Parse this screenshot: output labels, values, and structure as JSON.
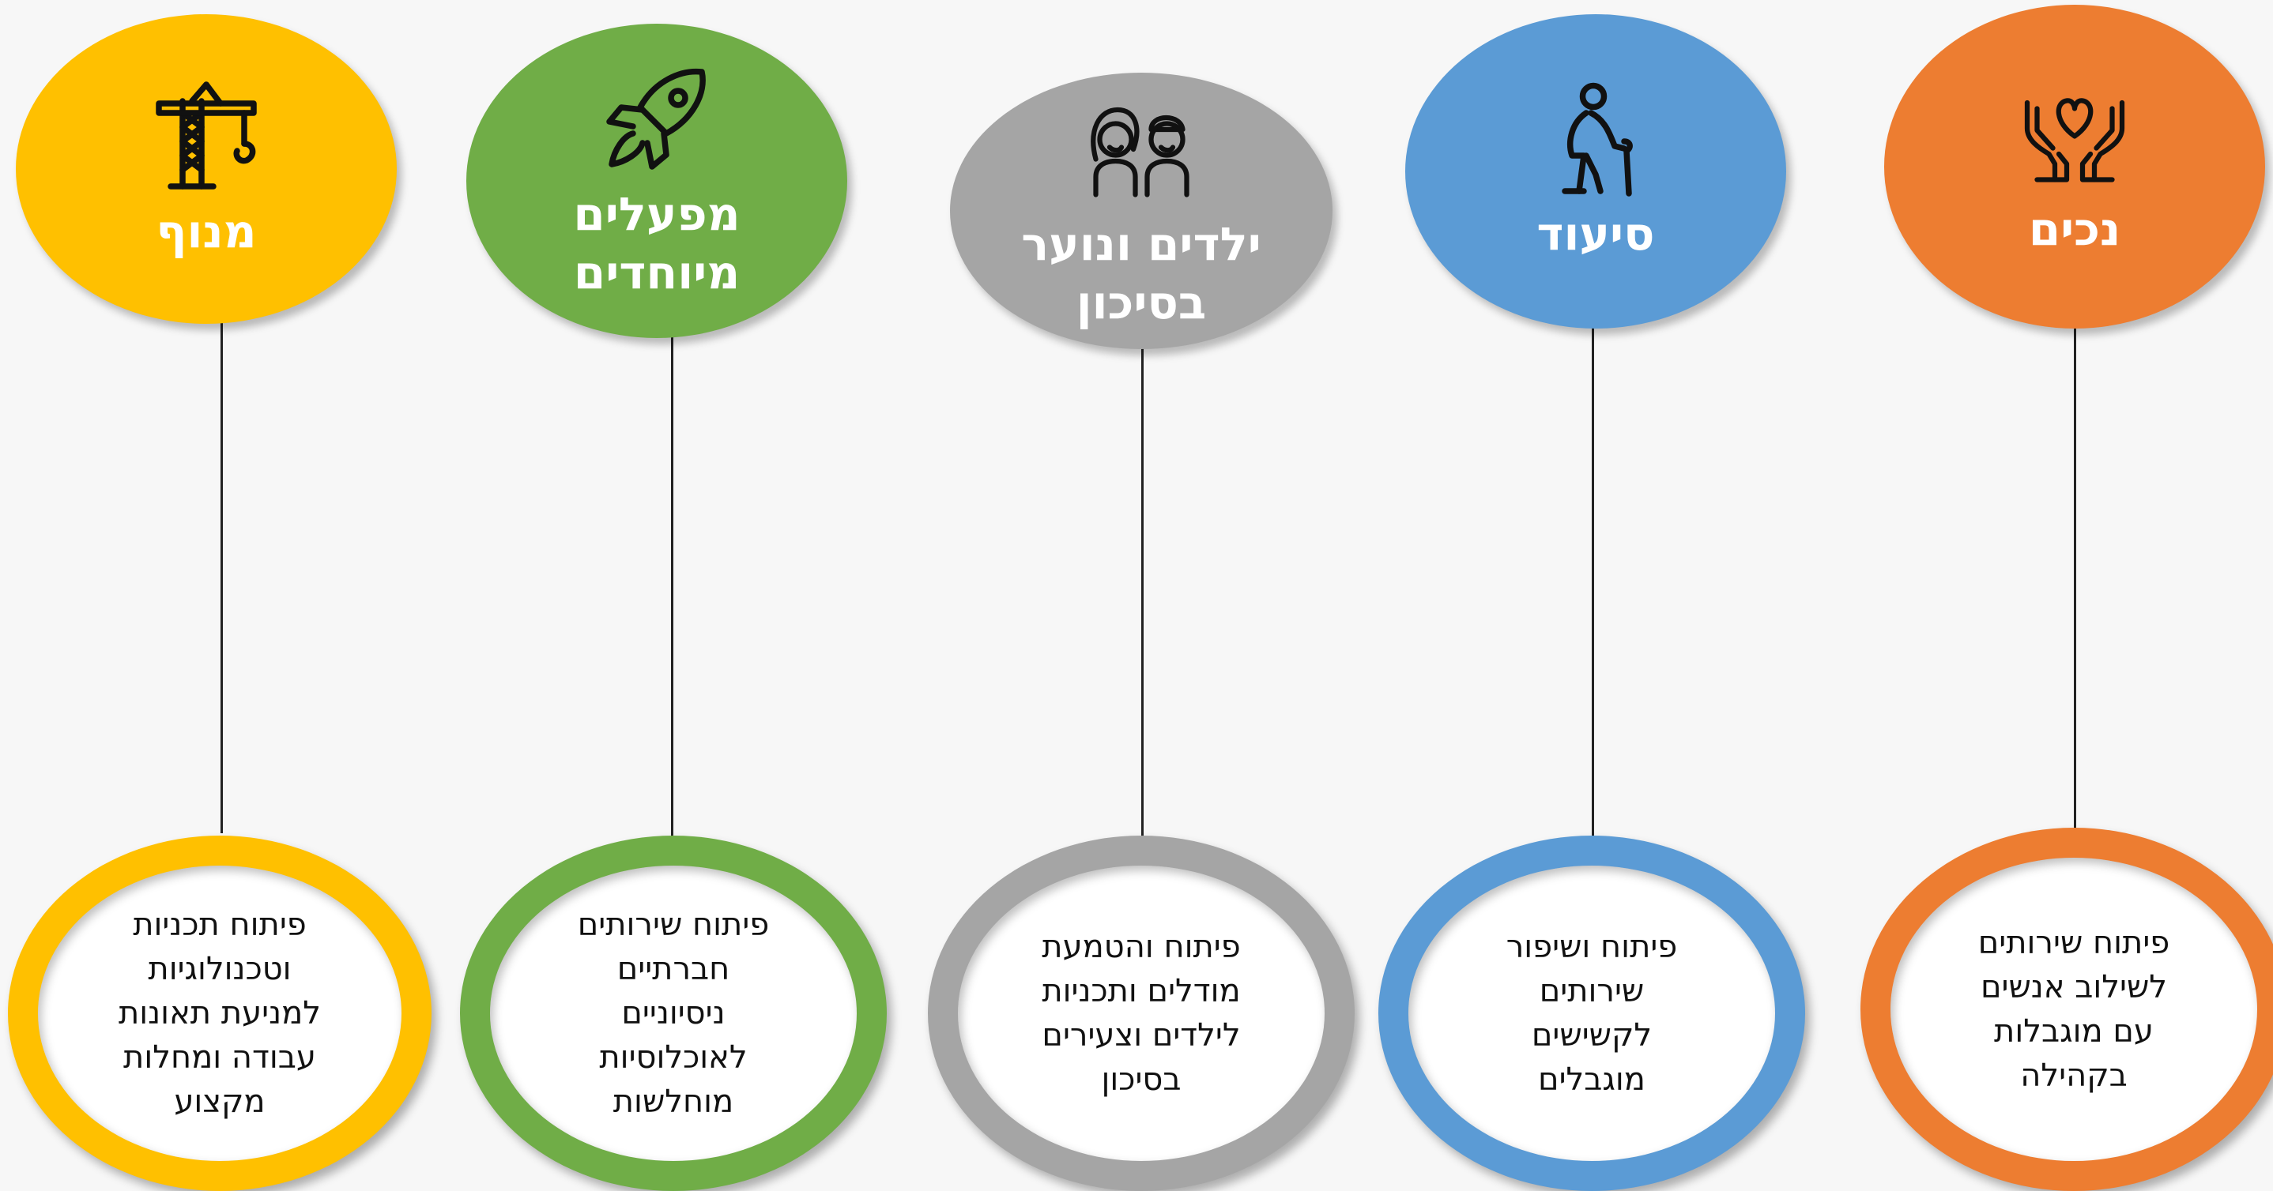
{
  "columns": [
    {
      "id": "industry",
      "title_lines": [
        "מנוף"
      ],
      "icon": "crane-icon",
      "color": "#FFC000",
      "description_lines": [
        "פיתוח תכניות",
        "וטכנולוגיות",
        "למניעת תאונות",
        "עבודה ומחלות",
        "מקצוע"
      ]
    },
    {
      "id": "special-enterprises",
      "title_lines": [
        "מפעלים",
        "מיוחדים"
      ],
      "icon": "rocket-icon",
      "color": "#70AD47",
      "description_lines": [
        "פיתוח שירותים",
        "חברתיים",
        "ניסיוניים",
        "לאוכלוסיות",
        "מוחלשות"
      ]
    },
    {
      "id": "youth-at-risk",
      "title_lines": [
        "ילדים ונוער",
        "בסיכון"
      ],
      "icon": "children-icon",
      "color": "#A5A5A5",
      "description_lines": [
        "פיתוח והטמעת",
        "מודלים ותכניות",
        "לילדים וצעירים",
        "בסיכון"
      ]
    },
    {
      "id": "nursing",
      "title_lines": [
        "סיעוד"
      ],
      "icon": "elderly-person-icon",
      "color": "#5B9BD5",
      "description_lines": [
        "פיתוח ושיפור",
        "שירותים",
        "לקשישים",
        "מוגבלים"
      ]
    },
    {
      "id": "disabled",
      "title_lines": [
        "נכים"
      ],
      "icon": "caring-hands-heart-icon",
      "color": "#ED7D31",
      "description_lines": [
        "פיתוח שירותים",
        "לשילוב אנשים",
        "עם מוגבלות",
        "בקהילה"
      ]
    }
  ]
}
